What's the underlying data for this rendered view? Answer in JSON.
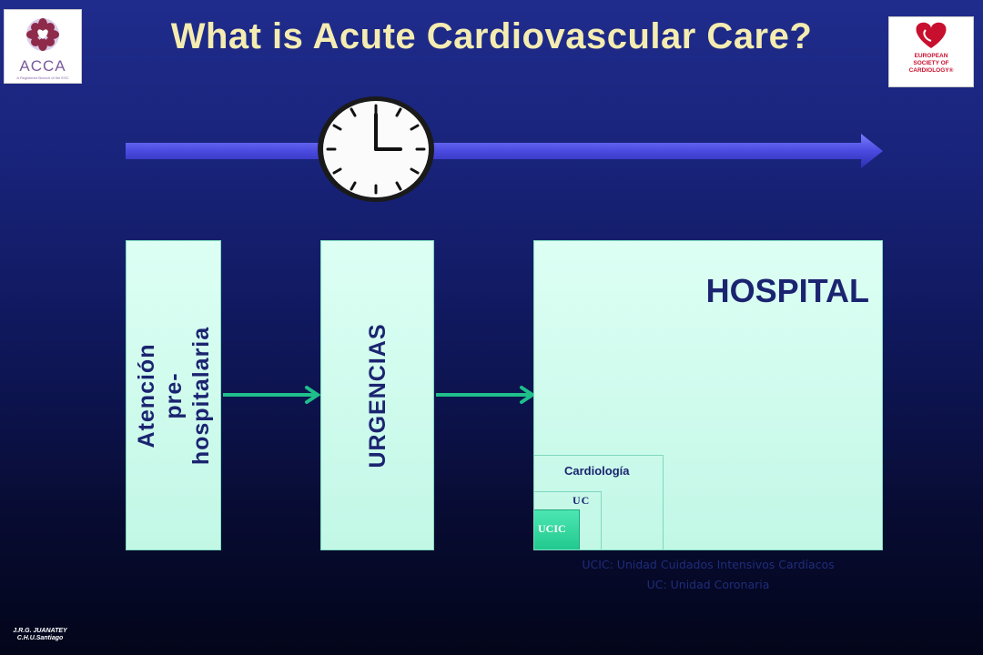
{
  "header": {
    "title": "What is Acute Cardiovascular Care?"
  },
  "logos": {
    "left": {
      "text": "ACCA",
      "subtext": "A Registered Branch of the ESC",
      "icon": "acca-heart-logo-icon"
    },
    "right": {
      "text": "EUROPEAN\nSOCIETY OF\nCARDIOLOGY®",
      "icon": "esc-heart-logo-icon"
    }
  },
  "timeline": {
    "icon": "clock-icon",
    "clock_time": "3:00"
  },
  "stages": {
    "prehospital": "Atención pre-\nhospitalaria",
    "emergency": "URGENCIAS",
    "hospital": "HOSPITAL"
  },
  "hospital_units": {
    "cardiology": "Cardiología",
    "uc": "UC",
    "ucic": "UCIC"
  },
  "footnotes": {
    "line1": "UCIC: Unidad Cuidados Intensivos Cardíacos",
    "line2": "UC: Unidad Coronaria"
  },
  "credit": {
    "line1": "J.R.G. JUANATEY",
    "line2": "C.H.U.Santiago"
  },
  "colors": {
    "title": "#f4ecb0",
    "box_fill": "#c2f7e6",
    "arrow": "#1fbf8a",
    "timeline": "#5a5ae8",
    "label": "#1b2470",
    "ucic_fill": "#22c98f"
  }
}
